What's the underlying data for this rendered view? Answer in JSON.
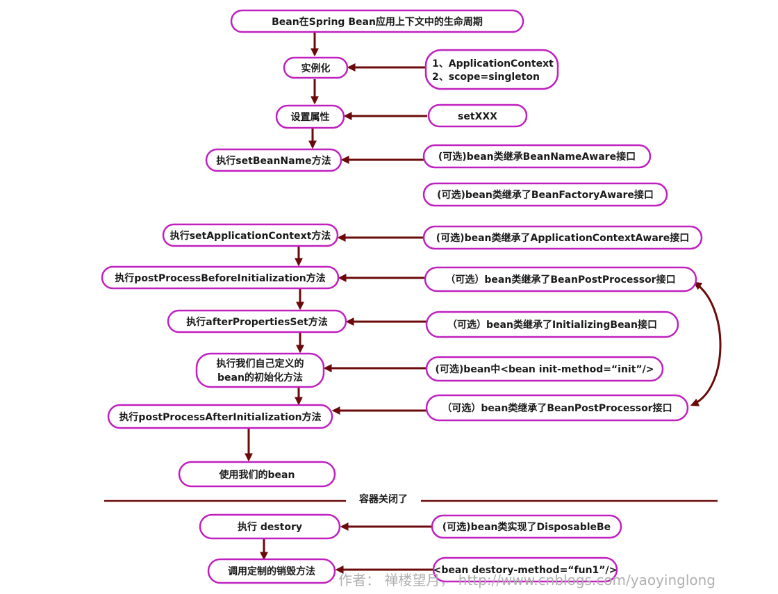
{
  "title": "Bean在Spring Bean应用上下文中的生命周期",
  "main_steps": {
    "instantiate": "实例化",
    "set_properties": "设置属性",
    "set_bean_name": "执行setBeanName方法",
    "set_app_context": "执行setApplicationContext方法",
    "post_before": "执行postProcessBeforeInitialization方法",
    "after_props": "执行afterPropertiesSet方法",
    "custom_init_1": "执行我们自己定义的",
    "custom_init_2": "bean的初始化方法",
    "post_after": "执行postProcessAfterInitialization方法",
    "use_bean": "使用我们的bean"
  },
  "side_notes": {
    "app_context_1": "1、ApplicationContext",
    "app_context_2": "2、scope=singleton",
    "setxxx": "setXXX",
    "bean_name_aware": "(可选)bean类继承BeanNameAware接口",
    "bean_factory_aware": "(可选)bean类继承了BeanFactoryAware接口",
    "app_context_aware": "(可选)bean类继承了ApplicationContextAware接口",
    "post_processor_1": "（可选）bean类继承了BeanPostProcessor接口",
    "initializing_bean": "（可选）bean类继承了InitializingBean接口",
    "init_method": "(可选)bean中<bean init-method=“init”/>",
    "post_processor_2": "（可选）bean类继承了BeanPostProcessor接口"
  },
  "divider_label": "容器关闭了",
  "shutdown_steps": {
    "destroy": "执行 destory",
    "custom_destroy": "调用定制的销毁方法"
  },
  "shutdown_notes": {
    "disposable": "(可选)bean类实现了DisposableBe",
    "destroy_method": "<bean destory-method=“fun1”/>"
  },
  "watermark": "作者：  禅楼望月，  http://www.cnblogs.com/yaoyinglong",
  "colors": {
    "box_border": "#c020c0",
    "arrow": "#6b0a0a"
  }
}
